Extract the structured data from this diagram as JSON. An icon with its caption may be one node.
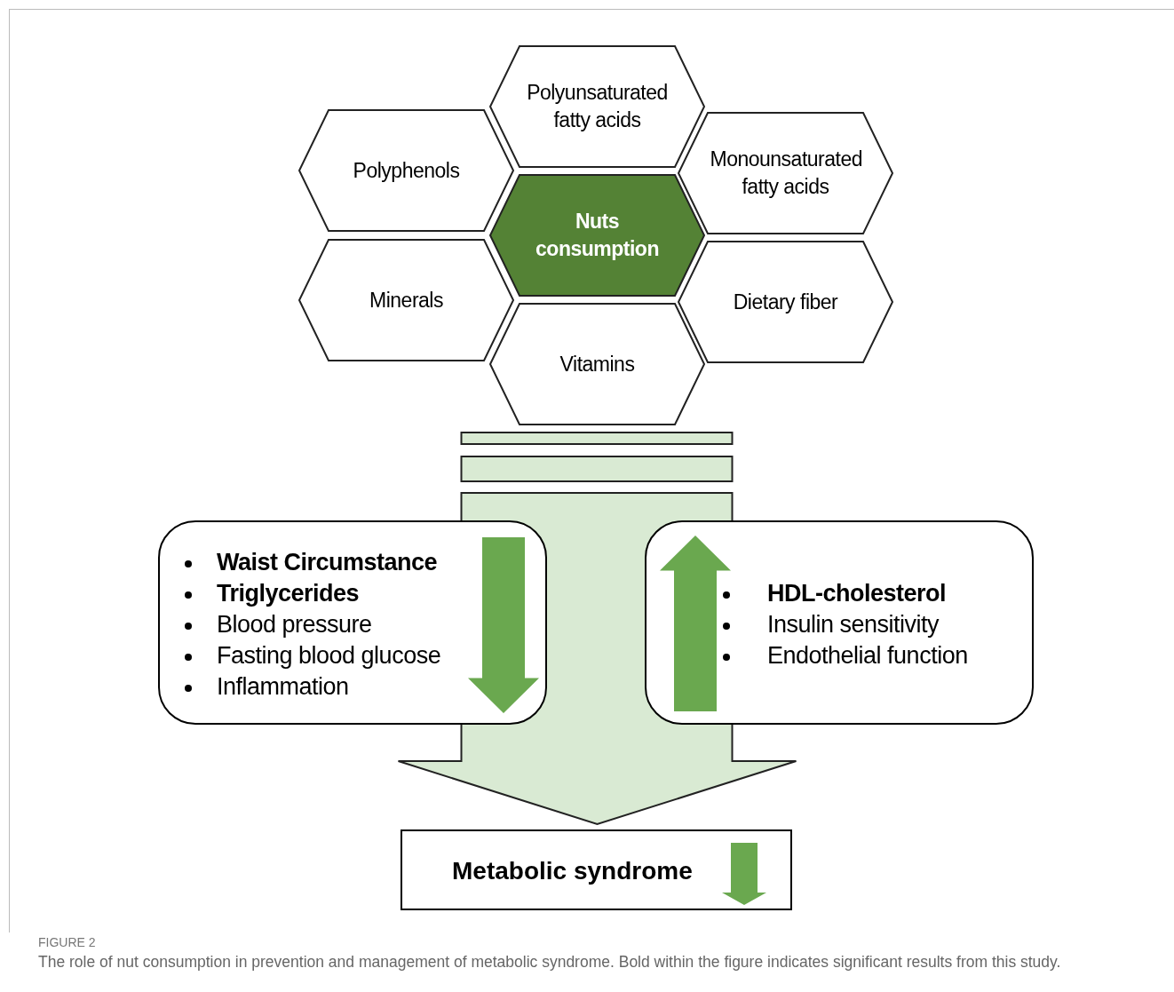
{
  "diagram": {
    "caption": "The role of nut consumption in prevention and management of metabolic syndrome. Bold within the figure indicates significant results from this study.",
    "nodes": [
      {
        "text": [
          "Polyunsaturated fatty acids"
        ]
      },
      {
        "text": [
          "Polyphenols"
        ]
      },
      {
        "text": [
          "Monounsaturated fatty acids"
        ]
      },
      {
        "text": [
          "Nuts consumption"
        ]
      },
      {
        "text": [
          "Minerals"
        ]
      },
      {
        "text": [
          "Dietary fiber"
        ]
      },
      {
        "text": [
          "Vitamins"
        ]
      },
      {
        "text": [
          "Waist Circumstance",
          "Triglycerides",
          "Blood pressure",
          "Fasting blood glucose",
          "Inflammation"
        ]
      },
      {
        "text": [
          "HDL-cholesterol",
          "Insulin sensitivity",
          "Endothelial function"
        ]
      },
      {
        "text": [
          "Metabolic syndrome"
        ]
      }
    ],
    "edges": [
      {
        "from": 6,
        "to": 9,
        "arrow": "to"
      }
    ],
    "labels": [
      "FIGURE 2"
    ]
  }
}
